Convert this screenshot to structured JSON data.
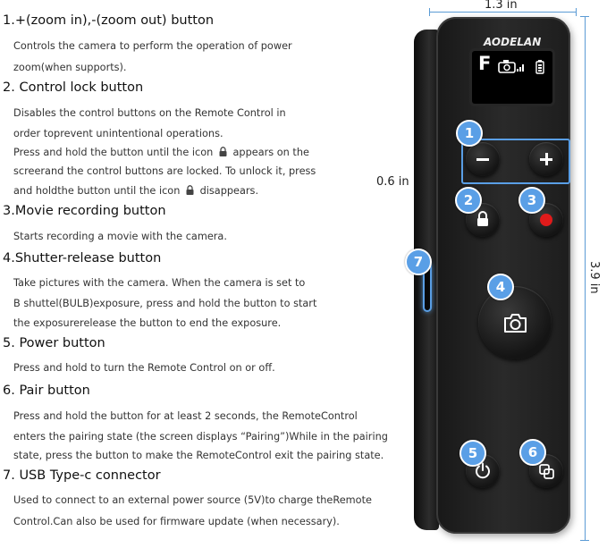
{
  "features": [
    {
      "heading": "1.+(zoom in),-(zoom out) button",
      "lines": [
        "Controls the camera to perform the operation of power",
        "zoom(when supports)."
      ]
    },
    {
      "heading": "2. Control lock button",
      "lines": [
        "Disables the control buttons on the Remote Control in",
        "order toprevent unintentional operations."
      ],
      "lock_line1_before": "Press and hold the button until the icon",
      "lock_line1_after": "appears on the",
      "lock_line2": "screerand the control buttons are locked. To unlock it, press",
      "lock_line3_before": "and holdthe button until the icon",
      "lock_line3_after": "disappears."
    },
    {
      "heading": "3.Movie recording button",
      "lines": [
        "Starts recording a movie with the camera."
      ]
    },
    {
      "heading": "4.Shutter-release button",
      "lines": [
        "Take pictures with the camera. When the camera is set to",
        "B shuttel(BULB)exposure, press and hold the button to start",
        "the exposurerelease the button to end the exposure."
      ]
    },
    {
      "heading": "5. Power button",
      "lines": [
        "Press and hold to turn the Remote Control on or off."
      ]
    },
    {
      "heading": "6. Pair button",
      "lines": [
        "Press and hold the button for at least 2 seconds, the RemoteControl",
        "enters the pairing state (the screen displays “Pairing”)While in the pairing",
        "state, press the button to make the RemoteControl exit the pairing state."
      ]
    },
    {
      "heading": "7. USB Type-c connector",
      "lines": [
        "Used to connect to an external power source (5V)to charge theRemote",
        "Control.Can also be used for firmware update (when necessary)."
      ]
    }
  ],
  "dimensions": {
    "width": "1.3 in",
    "thickness": "0.6 in",
    "height": "3.9 in"
  },
  "device": {
    "brand": "AODELAN",
    "screen_letter": "F"
  },
  "callouts": [
    "1",
    "2",
    "3",
    "4",
    "5",
    "6",
    "7"
  ],
  "colors": {
    "accent": "#5a9fe6",
    "dimension_line": "#5b9bd5",
    "record_dot": "#e01b1b",
    "body": "#1c1c1c"
  },
  "icons": [
    "lock-icon",
    "camera-icon",
    "power-icon",
    "pair-icon",
    "plus-icon",
    "minus-icon",
    "record-icon",
    "battery-icon",
    "signal-icon"
  ]
}
